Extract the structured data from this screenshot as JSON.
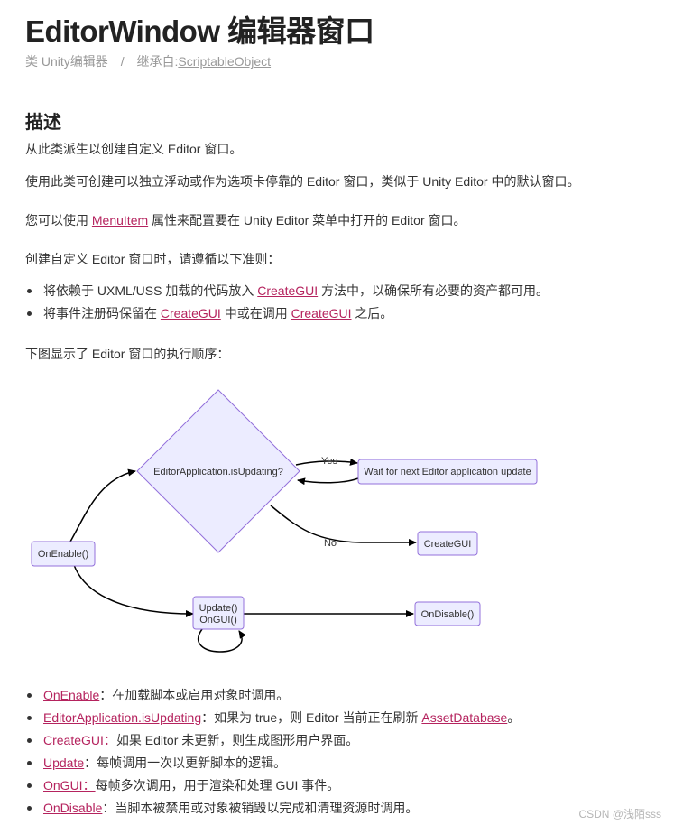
{
  "header": {
    "title": "EditorWindow 编辑器窗口",
    "breadcrumb": {
      "category": "类 Unity编辑器",
      "separator": "/",
      "inherits_label": "继承自:",
      "inherits_link": "ScriptableObject"
    }
  },
  "description": {
    "heading": "描述",
    "p1": "从此类派生以创建自定义 Editor 窗口。",
    "p2": "使用此类可创建可以独立浮动或作为选项卡停靠的 Editor 窗口，类似于 Unity Editor 中的默认窗口。",
    "p3": {
      "before": "您可以使用 ",
      "link": "MenuItem",
      "after": " 属性来配置要在 Unity Editor 菜单中打开的 Editor 窗口。"
    },
    "p4": "创建自定义 Editor 窗口时，请遵循以下准则：",
    "guidelines": [
      {
        "before": "将依赖于 UXML/USS 加载的代码放入 ",
        "link": "CreateGUI",
        "after": " 方法中，以确保所有必要的资产都可用。"
      },
      {
        "before": "将事件注册码保留在 ",
        "link": "CreateGUI",
        "middle": " 中或在调用 ",
        "link2": "CreateGUI",
        "after": " 之后。"
      }
    ],
    "p5": "下图显示了 Editor 窗口的执行顺序："
  },
  "diagram": {
    "decision": "EditorApplication.isUpdating?",
    "wait": "Wait for next Editor application update",
    "yes": "Yes",
    "no": "No",
    "create_gui": "CreateGUI",
    "on_enable": "OnEnable()",
    "update": "Update()",
    "on_gui": "OnGUI()",
    "on_disable": "OnDisable()",
    "colors": {
      "node_fill": "#ececff",
      "node_stroke": "#9370db",
      "edge": "#000000"
    }
  },
  "methods": [
    {
      "link": "OnEnable",
      "text": "：在加载脚本或启用对象时调用。"
    },
    {
      "link": "EditorApplication.isUpdating",
      "text": "：如果为 true，则 Editor 当前正在刷新 ",
      "link2": "AssetDatabase",
      "after": "。"
    },
    {
      "link": "CreateGUI：",
      "text": "如果 Editor 未更新，则生成图形用户界面。"
    },
    {
      "link": "Update",
      "text": "：每帧调用一次以更新脚本的逻辑。"
    },
    {
      "link": "OnGUI：",
      "text": "每帧多次调用，用于渲染和处理 GUI 事件。"
    },
    {
      "link": "OnDisable",
      "text": "：当脚本被禁用或对象被销毁以完成和清理资源时调用。"
    }
  ],
  "watermark": "CSDN @浅陌sss",
  "colors": {
    "link": "#b5235e",
    "muted": "#999999",
    "text": "#333333"
  }
}
